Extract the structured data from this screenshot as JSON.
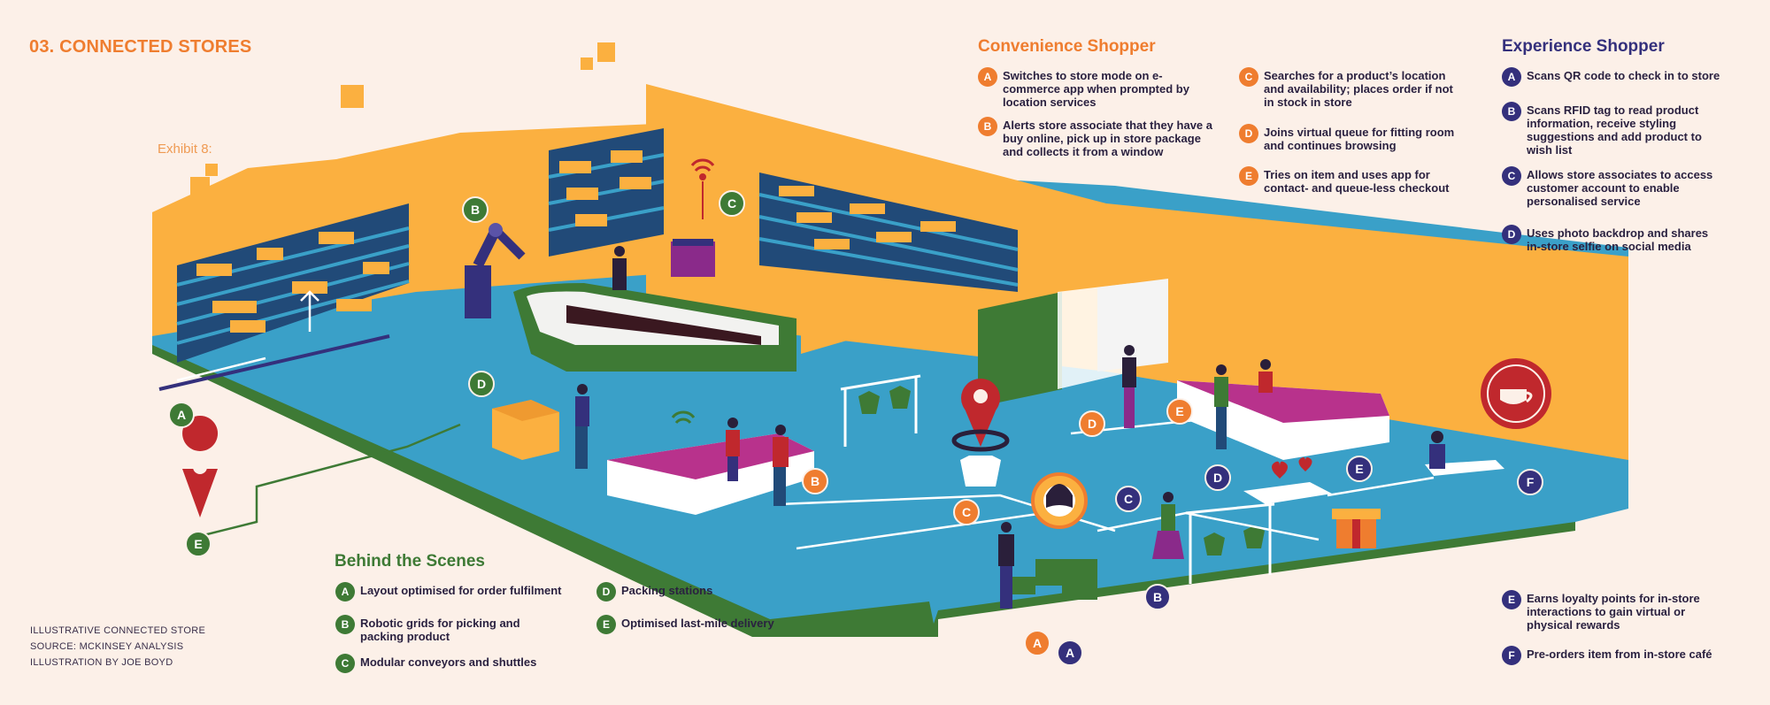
{
  "header": {
    "title": "03. CONNECTED STORES",
    "exhibit": "Exhibit 8:"
  },
  "credits": [
    "ILLUSTRATIVE CONNECTED STORE",
    "SOURCE: MCKINSEY ANALYSIS",
    "ILLUSTRATION BY JOE BOYD"
  ],
  "convenience": {
    "title": "Convenience Shopper",
    "items": [
      {
        "letter": "A",
        "text": "Switches to store mode on e-commerce app when prompted by location services"
      },
      {
        "letter": "B",
        "text": "Alerts store associate that they have a buy online, pick up in store package and collects it from a window"
      },
      {
        "letter": "C",
        "text": "Searches for a product’s location and availability; places order if not in stock in store"
      },
      {
        "letter": "D",
        "text": "Joins virtual queue for fitting room and continues browsing"
      },
      {
        "letter": "E",
        "text": "Tries on item and uses app for contact- and queue-less checkout"
      }
    ]
  },
  "experience": {
    "title": "Experience Shopper",
    "items": [
      {
        "letter": "A",
        "text": "Scans QR code to check in to store"
      },
      {
        "letter": "B",
        "text": "Scans RFID tag to read product information, receive styling suggestions and add product to wish list"
      },
      {
        "letter": "C",
        "text": "Allows store associates to access customer account to enable personalised service"
      },
      {
        "letter": "D",
        "text": "Uses photo backdrop and shares in-store selfie on social media"
      },
      {
        "letter": "E",
        "text": "Earns loyalty points for in-store interactions to gain virtual or physical rewards"
      },
      {
        "letter": "F",
        "text": "Pre-orders item from in-store café"
      }
    ]
  },
  "behind": {
    "title": "Behind the Scenes",
    "items": [
      {
        "letter": "A",
        "text": "Layout optimised for order fulfilment"
      },
      {
        "letter": "B",
        "text": "Robotic grids for picking and packing product"
      },
      {
        "letter": "C",
        "text": "Modular conveyors and shuttles"
      },
      {
        "letter": "D",
        "text": "Packing stations"
      },
      {
        "letter": "E",
        "text": "Optimised last-mile delivery"
      }
    ]
  },
  "scene_badges": {
    "green": [
      "A",
      "B",
      "C",
      "D",
      "E"
    ],
    "orange": [
      "A",
      "B",
      "C",
      "D",
      "E"
    ],
    "navy": [
      "A",
      "B",
      "C",
      "D",
      "E",
      "F"
    ]
  },
  "colors": {
    "background": "#fcf0e8",
    "floor": "#3aa0c8",
    "wall": "#fbb040",
    "orange": "#ef7d2f",
    "navy": "#34307c",
    "green": "#3e7a35",
    "red": "#c0282d"
  }
}
